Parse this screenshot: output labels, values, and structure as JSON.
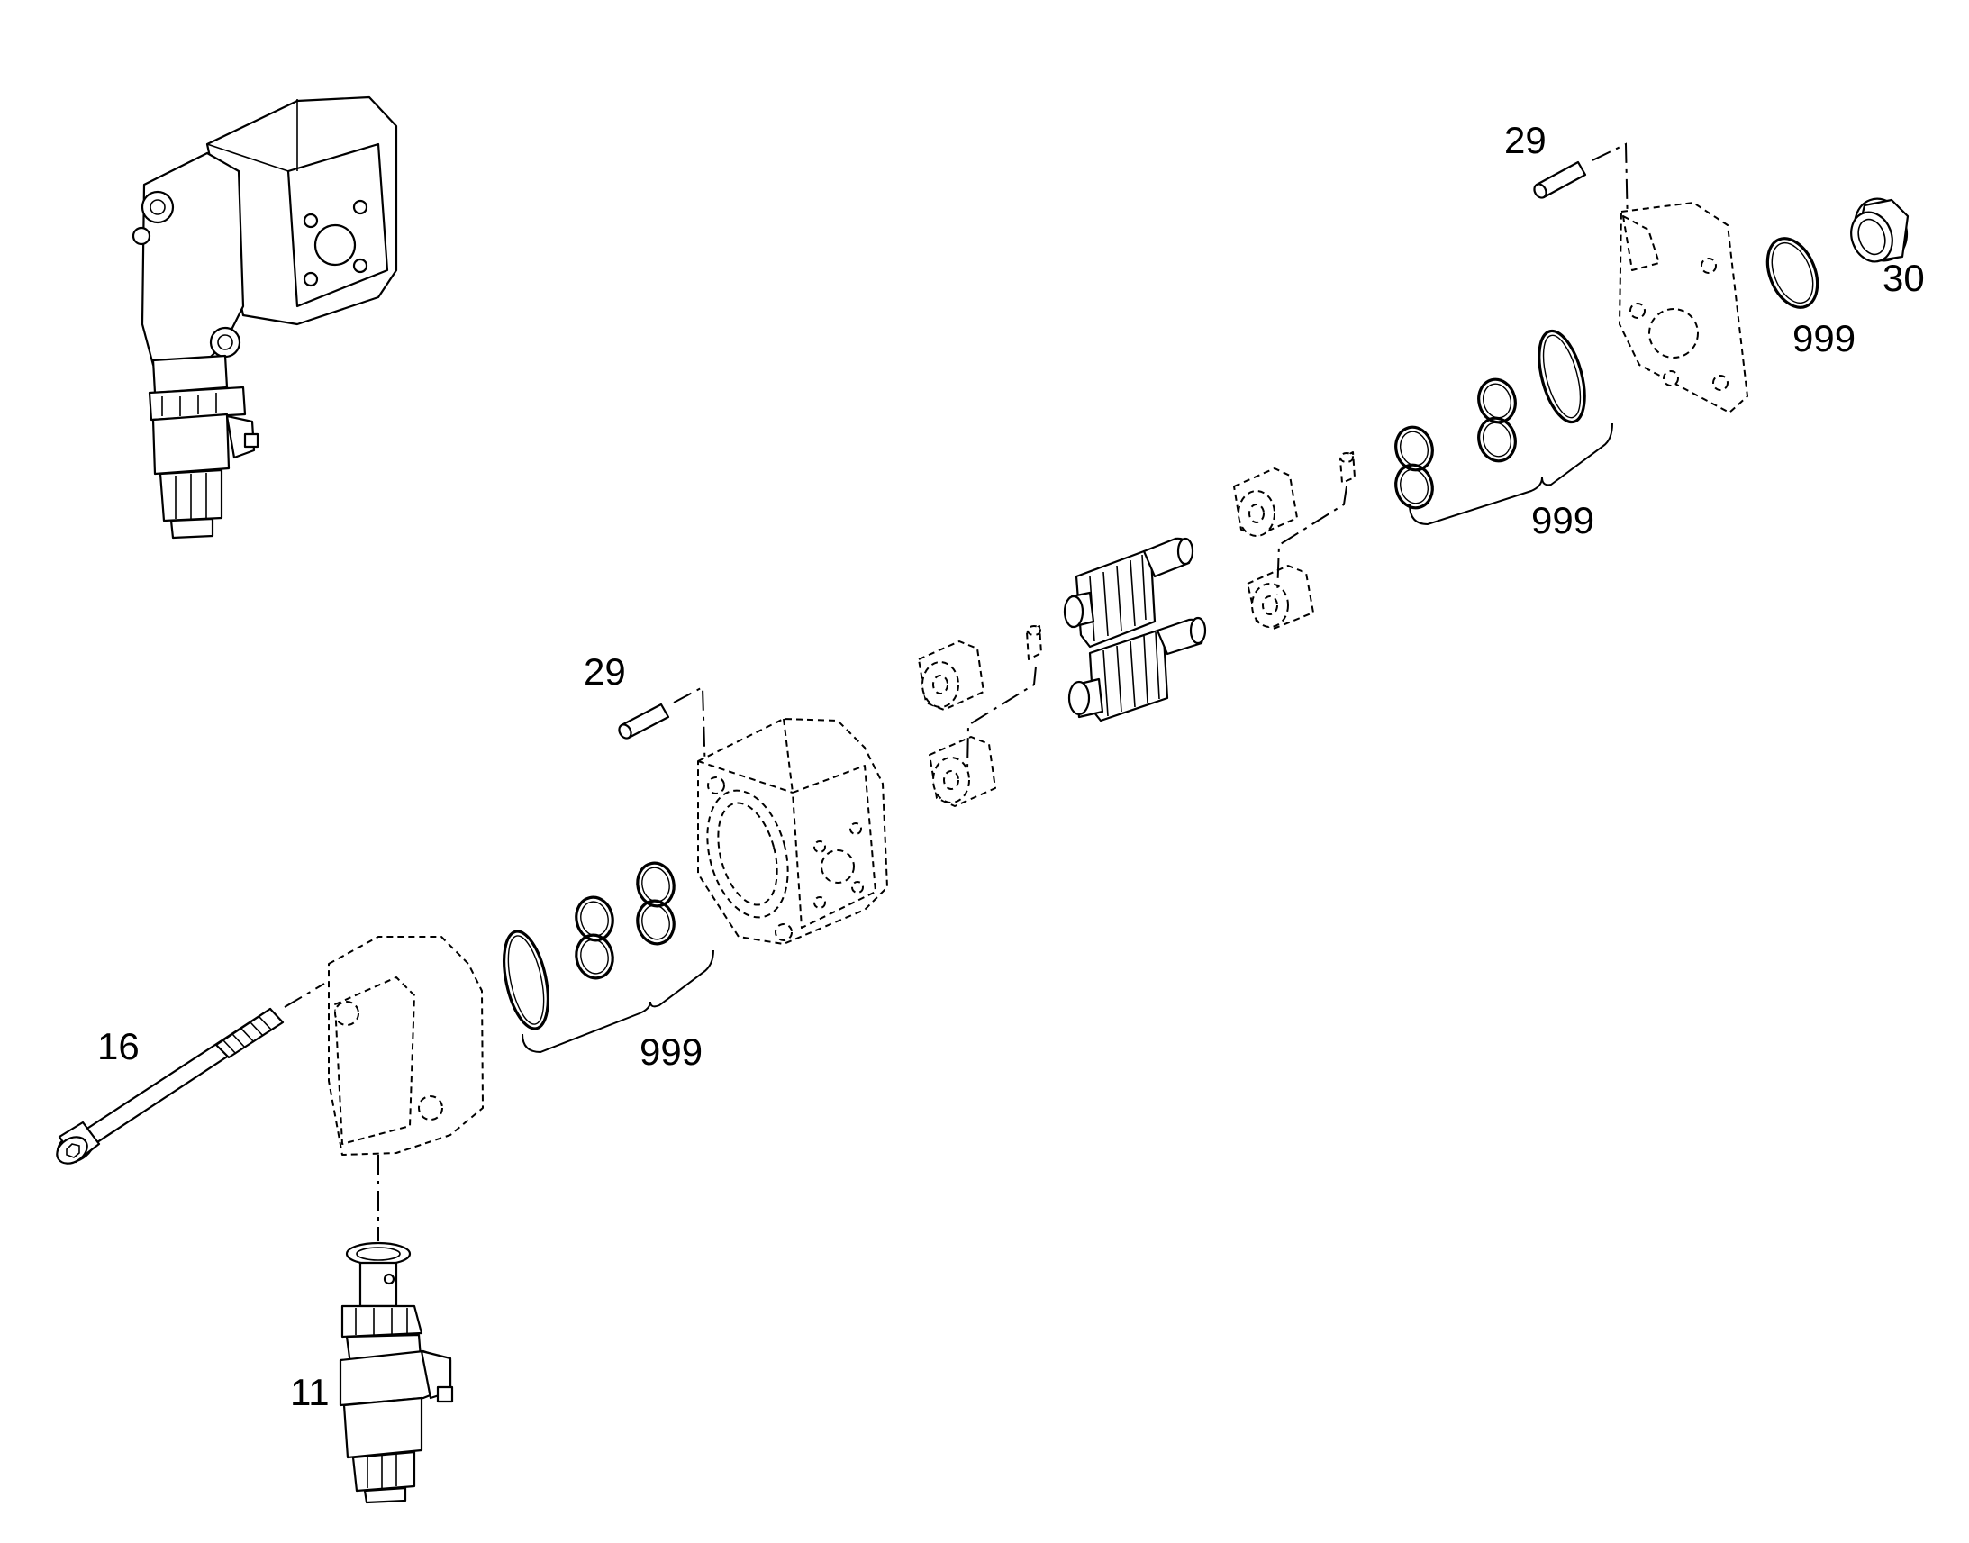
{
  "callouts": {
    "pin_top": "29",
    "bushing_ring": "30",
    "seal_single": "999",
    "seals_top": "999",
    "pin_middle": "29",
    "seals_bottom": "999",
    "screw": "16",
    "valve": "11"
  }
}
